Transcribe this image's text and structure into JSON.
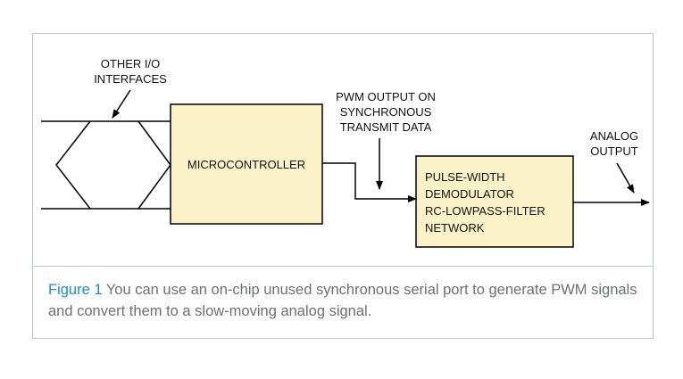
{
  "diagram": {
    "labels": {
      "other_io_line1": "OTHER I/O",
      "other_io_line2": "INTERFACES",
      "pwm_line1": "PWM OUTPUT ON",
      "pwm_line2": "SYNCHRONOUS",
      "pwm_line3": "TRANSMIT DATA",
      "analog_line1": "ANALOG",
      "analog_line2": "OUTPUT"
    },
    "blocks": {
      "microcontroller": "MICROCONTROLLER",
      "filter_line1": "PULSE-WIDTH",
      "filter_line2": "DEMODULATOR",
      "filter_line3": "RC-LOWPASS-FILTER",
      "filter_line4": "NETWORK"
    },
    "colors": {
      "block_fill": "#fbf3c7",
      "stroke": "#000000",
      "frame_border": "#bfc6cc",
      "caption_label": "#1a8fc1",
      "caption_text": "#6d6f72"
    }
  },
  "caption": {
    "label": "Figure 1",
    "text": " You can use an on-chip unused synchronous serial port to generate PWM signals and convert them to a slow-moving analog signal."
  }
}
